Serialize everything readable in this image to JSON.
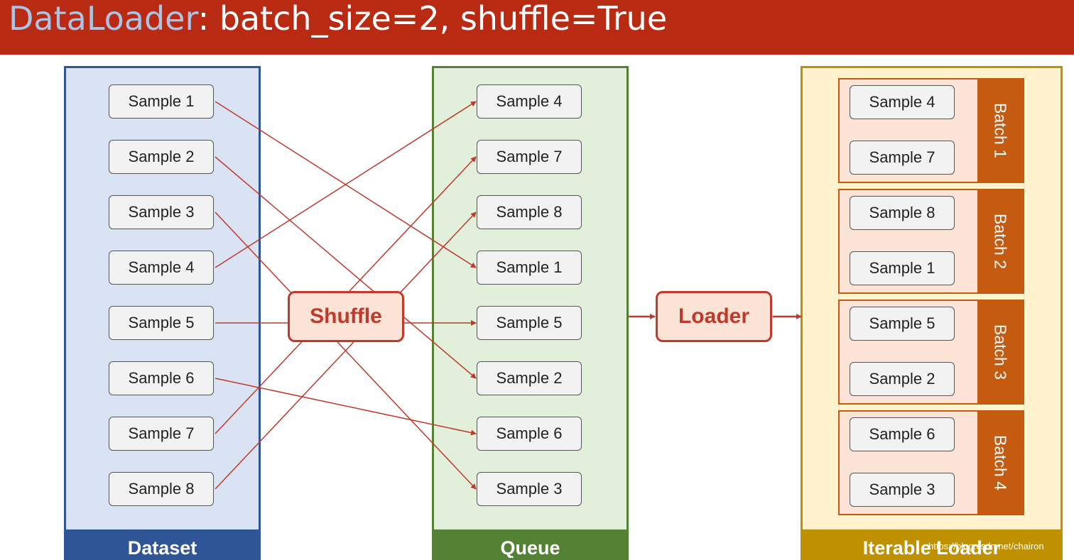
{
  "title": {
    "keyword": "DataLoader",
    "rest": ": batch_size=2, shuffle=True"
  },
  "dataset": {
    "label": "Dataset",
    "samples": [
      "Sample 1",
      "Sample 2",
      "Sample 3",
      "Sample 4",
      "Sample 5",
      "Sample 6",
      "Sample 7",
      "Sample 8"
    ]
  },
  "shuffle": {
    "label": "Shuffle"
  },
  "queue": {
    "label": "Queue",
    "samples": [
      "Sample 4",
      "Sample 7",
      "Sample 8",
      "Sample 1",
      "Sample 5",
      "Sample 2",
      "Sample 6",
      "Sample 3"
    ]
  },
  "loader": {
    "label": "Loader"
  },
  "iterable_loader": {
    "label": "Iterable Loader",
    "batches": [
      {
        "label": "Batch 1",
        "samples": [
          "Sample 4",
          "Sample 7"
        ]
      },
      {
        "label": "Batch 2",
        "samples": [
          "Sample 8",
          "Sample 1"
        ]
      },
      {
        "label": "Batch 3",
        "samples": [
          "Sample 5",
          "Sample 2"
        ]
      },
      {
        "label": "Batch 4",
        "samples": [
          "Sample 6",
          "Sample 3"
        ]
      }
    ]
  },
  "watermark": "https://blog.csdn.net/chairon",
  "colors": {
    "header": "#b82a12",
    "dataset_panel": "#dae3f3",
    "dataset_border": "#2f5597",
    "queue_panel": "#e2efda",
    "queue_border": "#548235",
    "loader_panel": "#fff2cc",
    "loader_border": "#bf9000",
    "arrow": "#c0392b",
    "batch": "#c55a11"
  }
}
